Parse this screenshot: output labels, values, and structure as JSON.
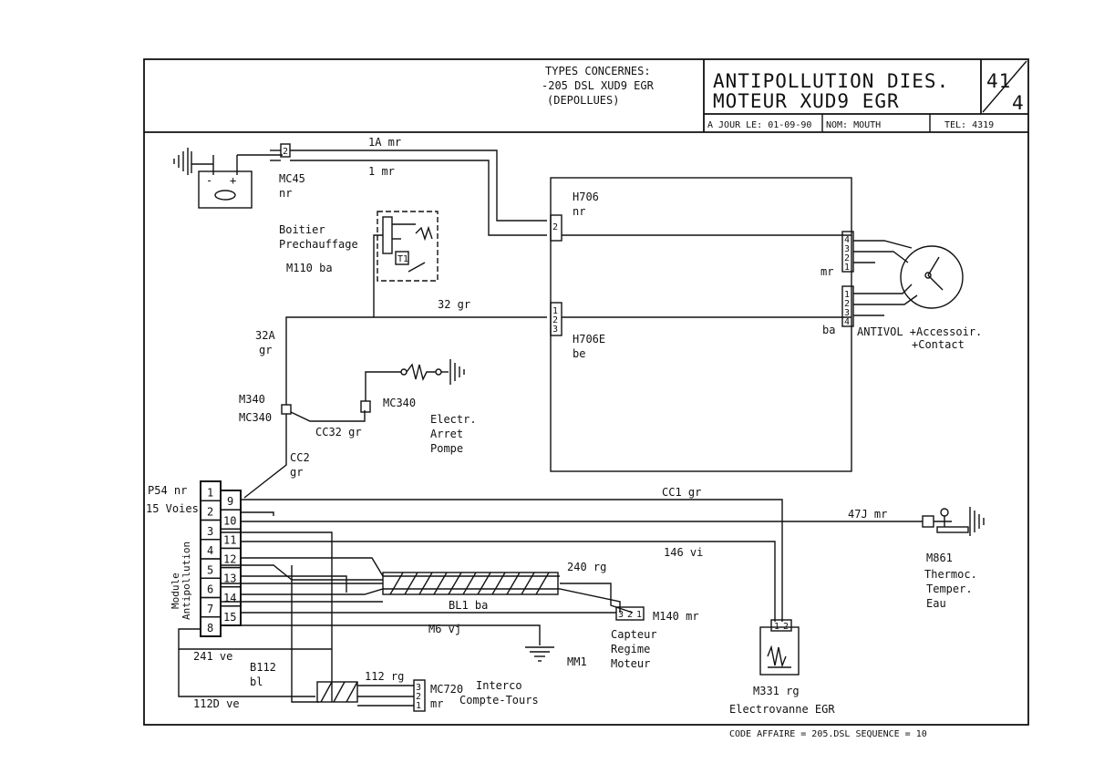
{
  "title_block": {
    "types_label": "TYPES CONCERNES:",
    "types_line1": "-205 DSL XUD9 EGR",
    "types_line2": "(DEPOLLUES)",
    "title_line1": "ANTIPOLLUTION DIES.",
    "title_line2": "MOTEUR XUD9 EGR",
    "page_num": "41",
    "page_total": "4",
    "date_field": "A JOUR LE: 01-09-90",
    "name_field": "NOM: MOUTH",
    "tel_field": "TEL: 4319"
  },
  "footer": {
    "code": "CODE AFFAIRE = 205.DSL SEQUENCE = 10"
  },
  "labels": {
    "wire_1a": "1A mr",
    "wire_1": "1 mr",
    "mc45": "MC45",
    "mc45_color": "nr",
    "boitier1": "Boitier",
    "boitier2": "Prechauffage",
    "m110": "M110 ba",
    "h706": "H706",
    "h706_color": "nr",
    "h706_mr": "mr",
    "wire_32": "32 gr",
    "h706e": "H706E",
    "h706e_color": "be",
    "h706e_ba": "ba",
    "antivol1": "ANTIVOL +Accessoir.",
    "antivol2": "+Contact",
    "wire_32a": "32A",
    "wire_32a_color": "gr",
    "m340": "M340",
    "mc340_left": "MC340",
    "mc340": "MC340",
    "electr1": "Electr.",
    "electr2": "Arret",
    "electr3": "Pompe",
    "cc32": "CC32 gr",
    "cc2": "CC2",
    "cc2_color": "gr",
    "p54": "P54 nr",
    "voies": "15 Voies",
    "module1": "Module",
    "module2": "Antipollution",
    "cc1": "CC1 gr",
    "wire_47j": "47J mr",
    "m861": "M861",
    "thermo1": "Thermoc.",
    "thermo2": "Temper.",
    "thermo3": "Eau",
    "wire_146": "146 vi",
    "wire_240": "240 rg",
    "bl1": "BL1 ba",
    "m140": "M140 mr",
    "capteur1": "Capteur",
    "capteur2": "Regime",
    "capteur3": "Moteur",
    "m6": "M6 vj",
    "mm1": "MM1",
    "m331": "M331 rg",
    "electrovanne": "Electrovanne EGR",
    "wire_241": "241 ve",
    "b112": "B112",
    "b112_color": "bl",
    "wire_112": "112 rg",
    "mc720": "MC720",
    "mc720_color": "mr",
    "interco1": "Interco",
    "interco2": "Compte-Tours",
    "wire_112d": "112D ve"
  },
  "connector_pins": {
    "p54_left": [
      "1",
      "2",
      "3",
      "4",
      "5",
      "6",
      "7",
      "8"
    ],
    "p54_right": [
      "9",
      "10",
      "11",
      "12",
      "13",
      "14",
      "15"
    ],
    "m140": [
      "3",
      "2",
      "1"
    ],
    "mc720": [
      "3",
      "2",
      "1"
    ],
    "m331": [
      "1",
      "2"
    ],
    "mc45": [
      "2"
    ],
    "h706": [
      "2"
    ],
    "h706e": [
      "1",
      "2",
      "3"
    ],
    "antivol_top": [
      "1",
      "2",
      "3",
      "4"
    ],
    "antivol_bottom": [
      "1",
      "2",
      "3",
      "4"
    ]
  }
}
